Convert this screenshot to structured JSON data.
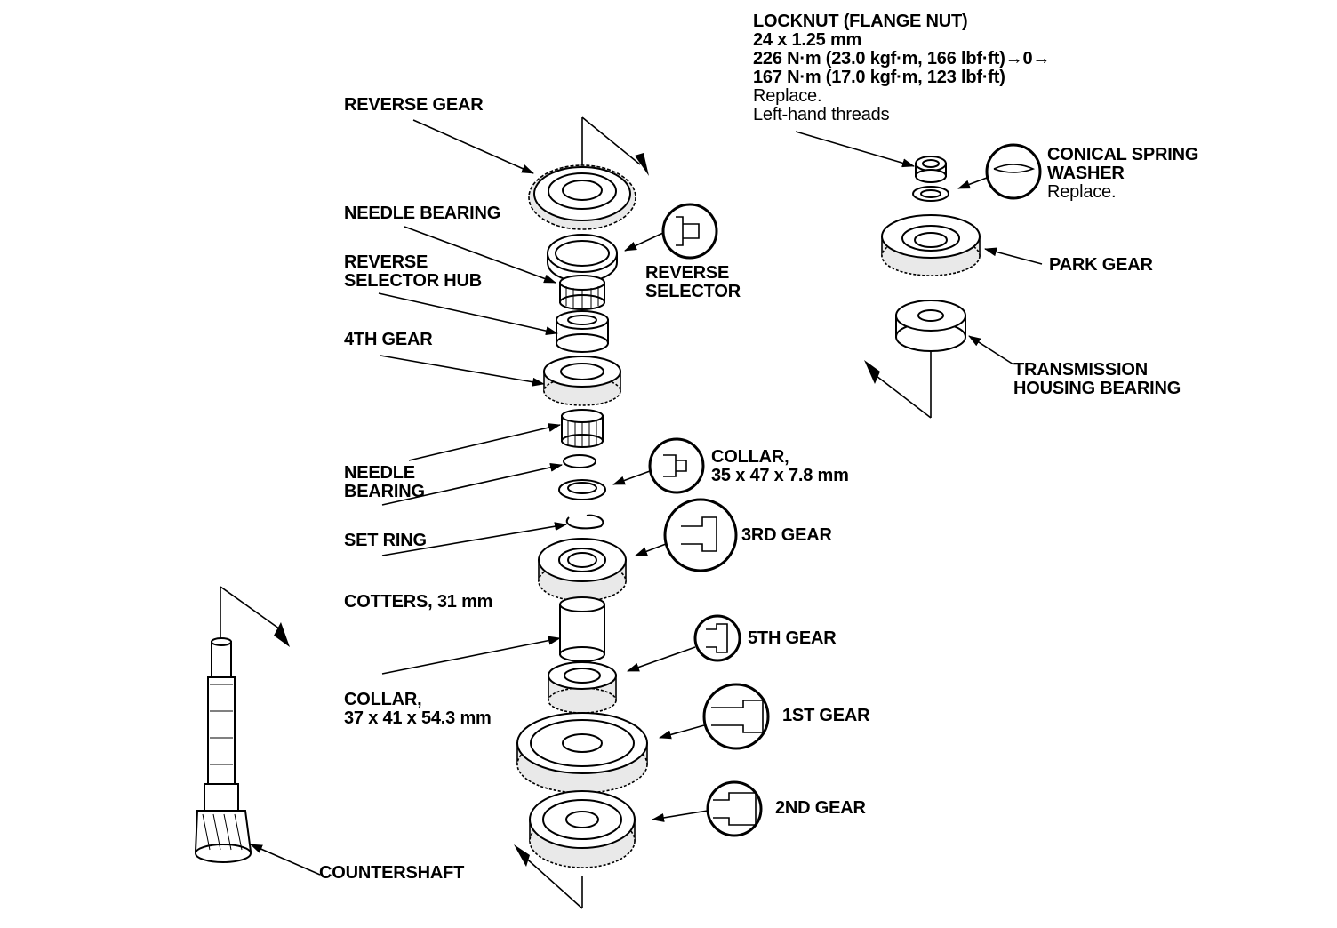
{
  "labels": {
    "locknut": {
      "title": "LOCKNUT (FLANGE NUT)",
      "size": "24 x 1.25 mm",
      "torque1": "226 N·m (23.0 kgf·m, 166 lbf·ft)→0→",
      "torque2": "167 N·m (17.0 kgf·m, 123 lbf·ft)",
      "note1": "Replace.",
      "note2": "Left-hand threads"
    },
    "conical_spring_washer": {
      "line1": "CONICAL SPRING",
      "line2": "WASHER",
      "note": "Replace."
    },
    "park_gear": "PARK GEAR",
    "transmission_housing_bearing": {
      "line1": "TRANSMISSION",
      "line2": "HOUSING BEARING"
    },
    "reverse_gear": "REVERSE GEAR",
    "needle_bearing_top": "NEEDLE BEARING",
    "reverse_selector_hub": {
      "line1": "REVERSE",
      "line2": "SELECTOR HUB"
    },
    "reverse_selector": {
      "line1": "REVERSE",
      "line2": "SELECTOR"
    },
    "fourth_gear": "4TH GEAR",
    "needle_bearing_lower": {
      "line1": "NEEDLE",
      "line2": "BEARING"
    },
    "collar_small": {
      "line1": "COLLAR,",
      "line2": "35 x 47 x 7.8 mm"
    },
    "set_ring": "SET RING",
    "third_gear": "3RD GEAR",
    "cotters": "COTTERS, 31 mm",
    "fifth_gear": "5TH GEAR",
    "collar_long": {
      "line1": "COLLAR,",
      "line2": "37 x 41 x 54.3 mm"
    },
    "first_gear": "1ST GEAR",
    "second_gear": "2ND GEAR",
    "countershaft": "COUNTERSHAFT"
  }
}
